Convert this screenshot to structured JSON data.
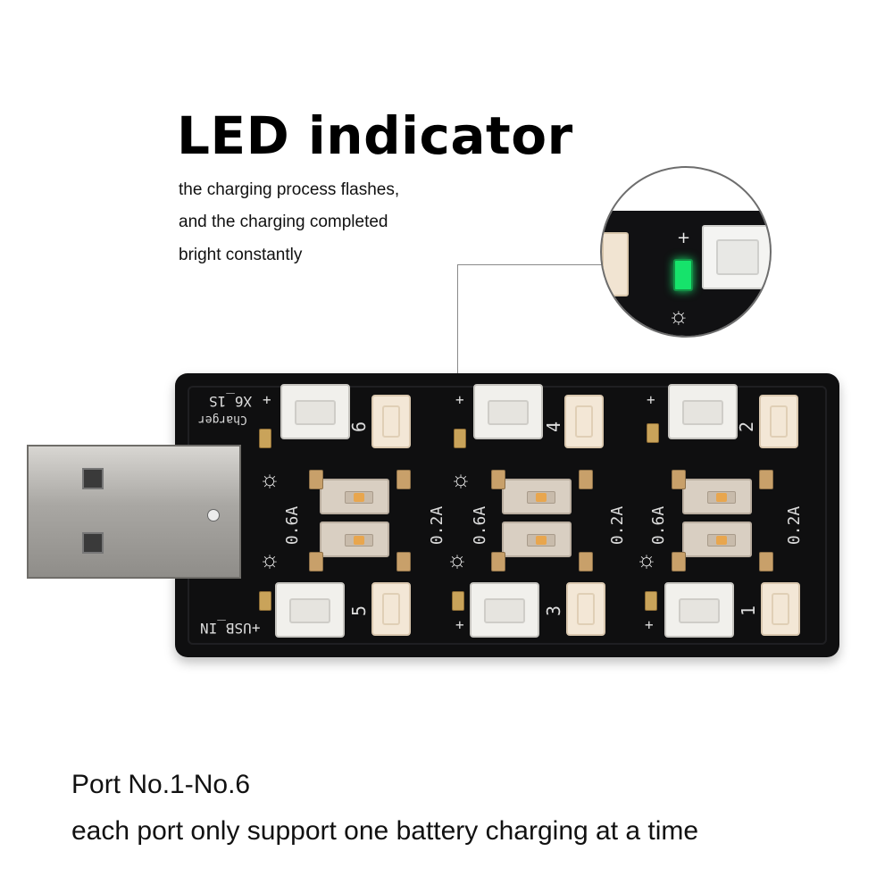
{
  "headline": "LED indicator",
  "description_lines": [
    " the charging process flashes,",
    "and the charging completed",
    "bright constantly"
  ],
  "footer_lines": [
    "Port No.1-No.6",
    "each port only support one battery charging at a time"
  ],
  "board_labels": {
    "model": "X6_1S",
    "charger": "Charger",
    "usb_in": "+USB_IN",
    "port_numbers": [
      "1",
      "2",
      "3",
      "4",
      "5",
      "6"
    ],
    "current_high": "0.6A",
    "current_low": "0.2A",
    "plus": "+"
  },
  "colors": {
    "board": "#0f0f10",
    "led_green": "#16e36b",
    "usb_metal": "#b8b6b2"
  },
  "icons": [
    "usb-plug-icon",
    "sun-led-icon"
  ]
}
